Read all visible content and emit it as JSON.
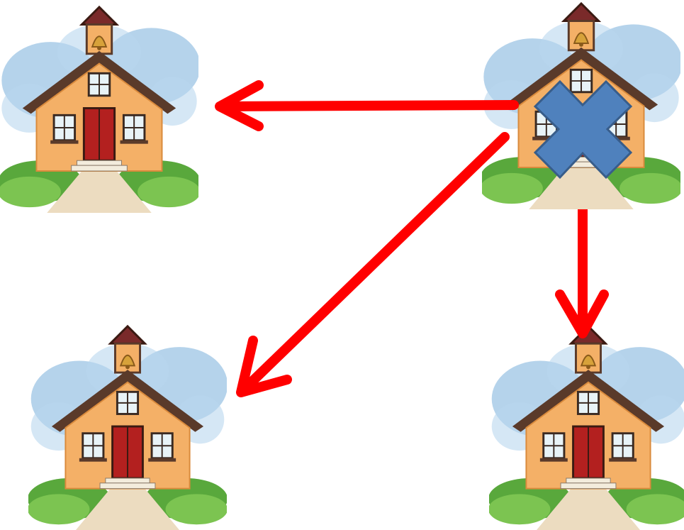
{
  "diagram": {
    "nodes": [
      {
        "id": "school-top-left",
        "kind": "schoolhouse-icon",
        "closed": false
      },
      {
        "id": "school-top-right",
        "kind": "schoolhouse-icon",
        "closed": true
      },
      {
        "id": "school-bottom-left",
        "kind": "schoolhouse-icon",
        "closed": false
      },
      {
        "id": "school-bottom-right",
        "kind": "schoolhouse-icon",
        "closed": false
      }
    ],
    "edges": [
      {
        "from": "school-top-right",
        "to": "school-top-left"
      },
      {
        "from": "school-top-right",
        "to": "school-bottom-left"
      },
      {
        "from": "school-top-right",
        "to": "school-bottom-right"
      }
    ],
    "marks": [
      {
        "on": "school-top-right",
        "icon": "x-mark-icon"
      }
    ]
  },
  "colors": {
    "arrow": "#ff0000",
    "x_mark_fill": "#4f81bd",
    "x_mark_stroke": "#385d8a",
    "wall": "#f4b067",
    "wall_dark": "#d98a3c",
    "roof": "#5a3a2a",
    "door": "#b3201f",
    "bell": "#d7a23a",
    "sky": "#9cc4e4",
    "grass": "#59a83c",
    "path": "#ecdcc0",
    "window": "#e8f3f7"
  }
}
